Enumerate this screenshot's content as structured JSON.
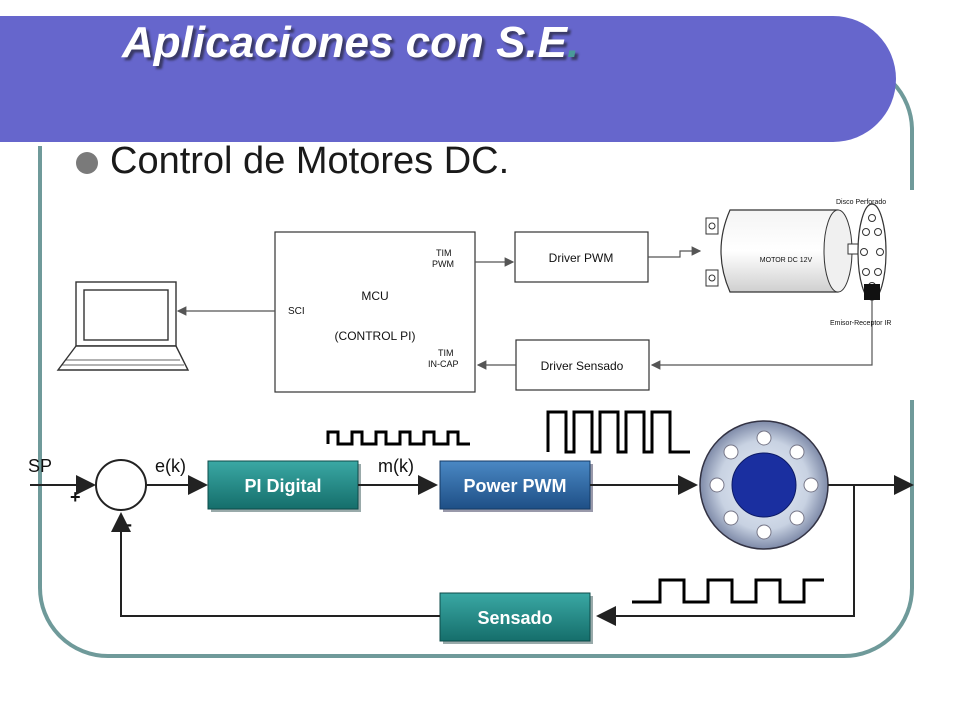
{
  "slide": {
    "title": "Aplicaciones con S.E",
    "title_dot": ".",
    "bullet": "Control de Motores DC."
  },
  "hardware": {
    "mcu": "MCU",
    "control_pi": "(CONTROL PI)",
    "sci": "SCI",
    "tim_pwm_1": "TIM",
    "tim_pwm_2": "PWM",
    "tim_incap_1": "TIM",
    "tim_incap_2": "IN-CAP",
    "driver_pwm": "Driver PWM",
    "driver_sensado": "Driver Sensado",
    "motor": "MOTOR DC 12V",
    "disco": "Disco Perforado",
    "emisor": "Emisor-Receptor IR"
  },
  "loop": {
    "sp": "SP",
    "plus": "+",
    "minus": "-",
    "error": "e(k)",
    "output": "m(k)",
    "pi_block": "PI Digital",
    "power_block": "Power PWM",
    "sensado_block": "Sensado"
  },
  "colors": {
    "title_bg": "#6666cc",
    "frame": "#6f9a9a",
    "pi_block": "#1f8a86",
    "power_block": "#2a6aa8",
    "disc_center": "#1a2fa0"
  }
}
